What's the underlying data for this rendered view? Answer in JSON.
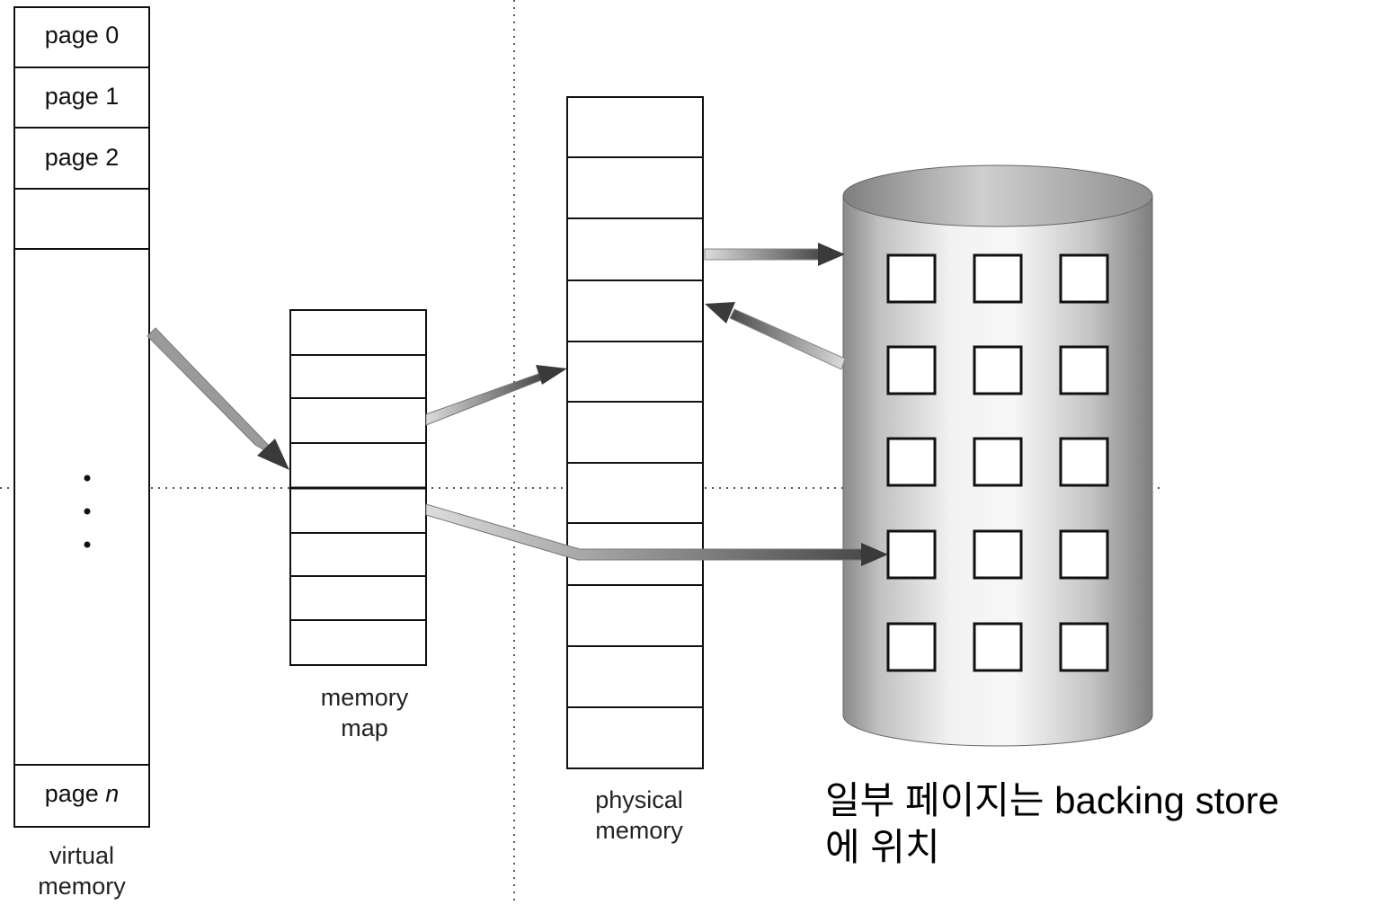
{
  "virtual_memory": {
    "pages": [
      "page 0",
      "page 1",
      "page 2"
    ],
    "last_page_prefix": "page ",
    "last_page_var": "n",
    "label_line1": "virtual",
    "label_line2": "memory"
  },
  "memory_map": {
    "label_line1": "memory",
    "label_line2": "map"
  },
  "physical_memory": {
    "label_line1": "physical",
    "label_line2": "memory"
  },
  "note": {
    "line1": "일부 페이지는 backing store",
    "line2": "에 위치"
  }
}
